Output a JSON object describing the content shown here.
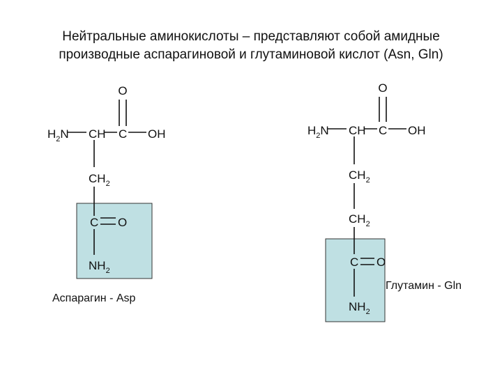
{
  "title": {
    "line1": "Нейтральные аминокислоты – представляют собой амидные",
    "line2": "производные аспарагиновой и глутаминовой кислот (Asn, Gln)"
  },
  "atoms": {
    "oxygen": "O",
    "h2n_main": "H",
    "h2n_sub": "2",
    "h2n_n": "N",
    "ch": "CH",
    "c": "C",
    "oh": "OH",
    "ch2_main": "CH",
    "ch2_sub": "2",
    "nh2_main": "NH",
    "nh2_sub": "2"
  },
  "asparagine": {
    "label": "Аспарагин - Asp"
  },
  "glutamine": {
    "label": "Глутамин - Gln"
  },
  "colors": {
    "highlight_box": "#bfe0e3",
    "box_border": "#333333"
  }
}
